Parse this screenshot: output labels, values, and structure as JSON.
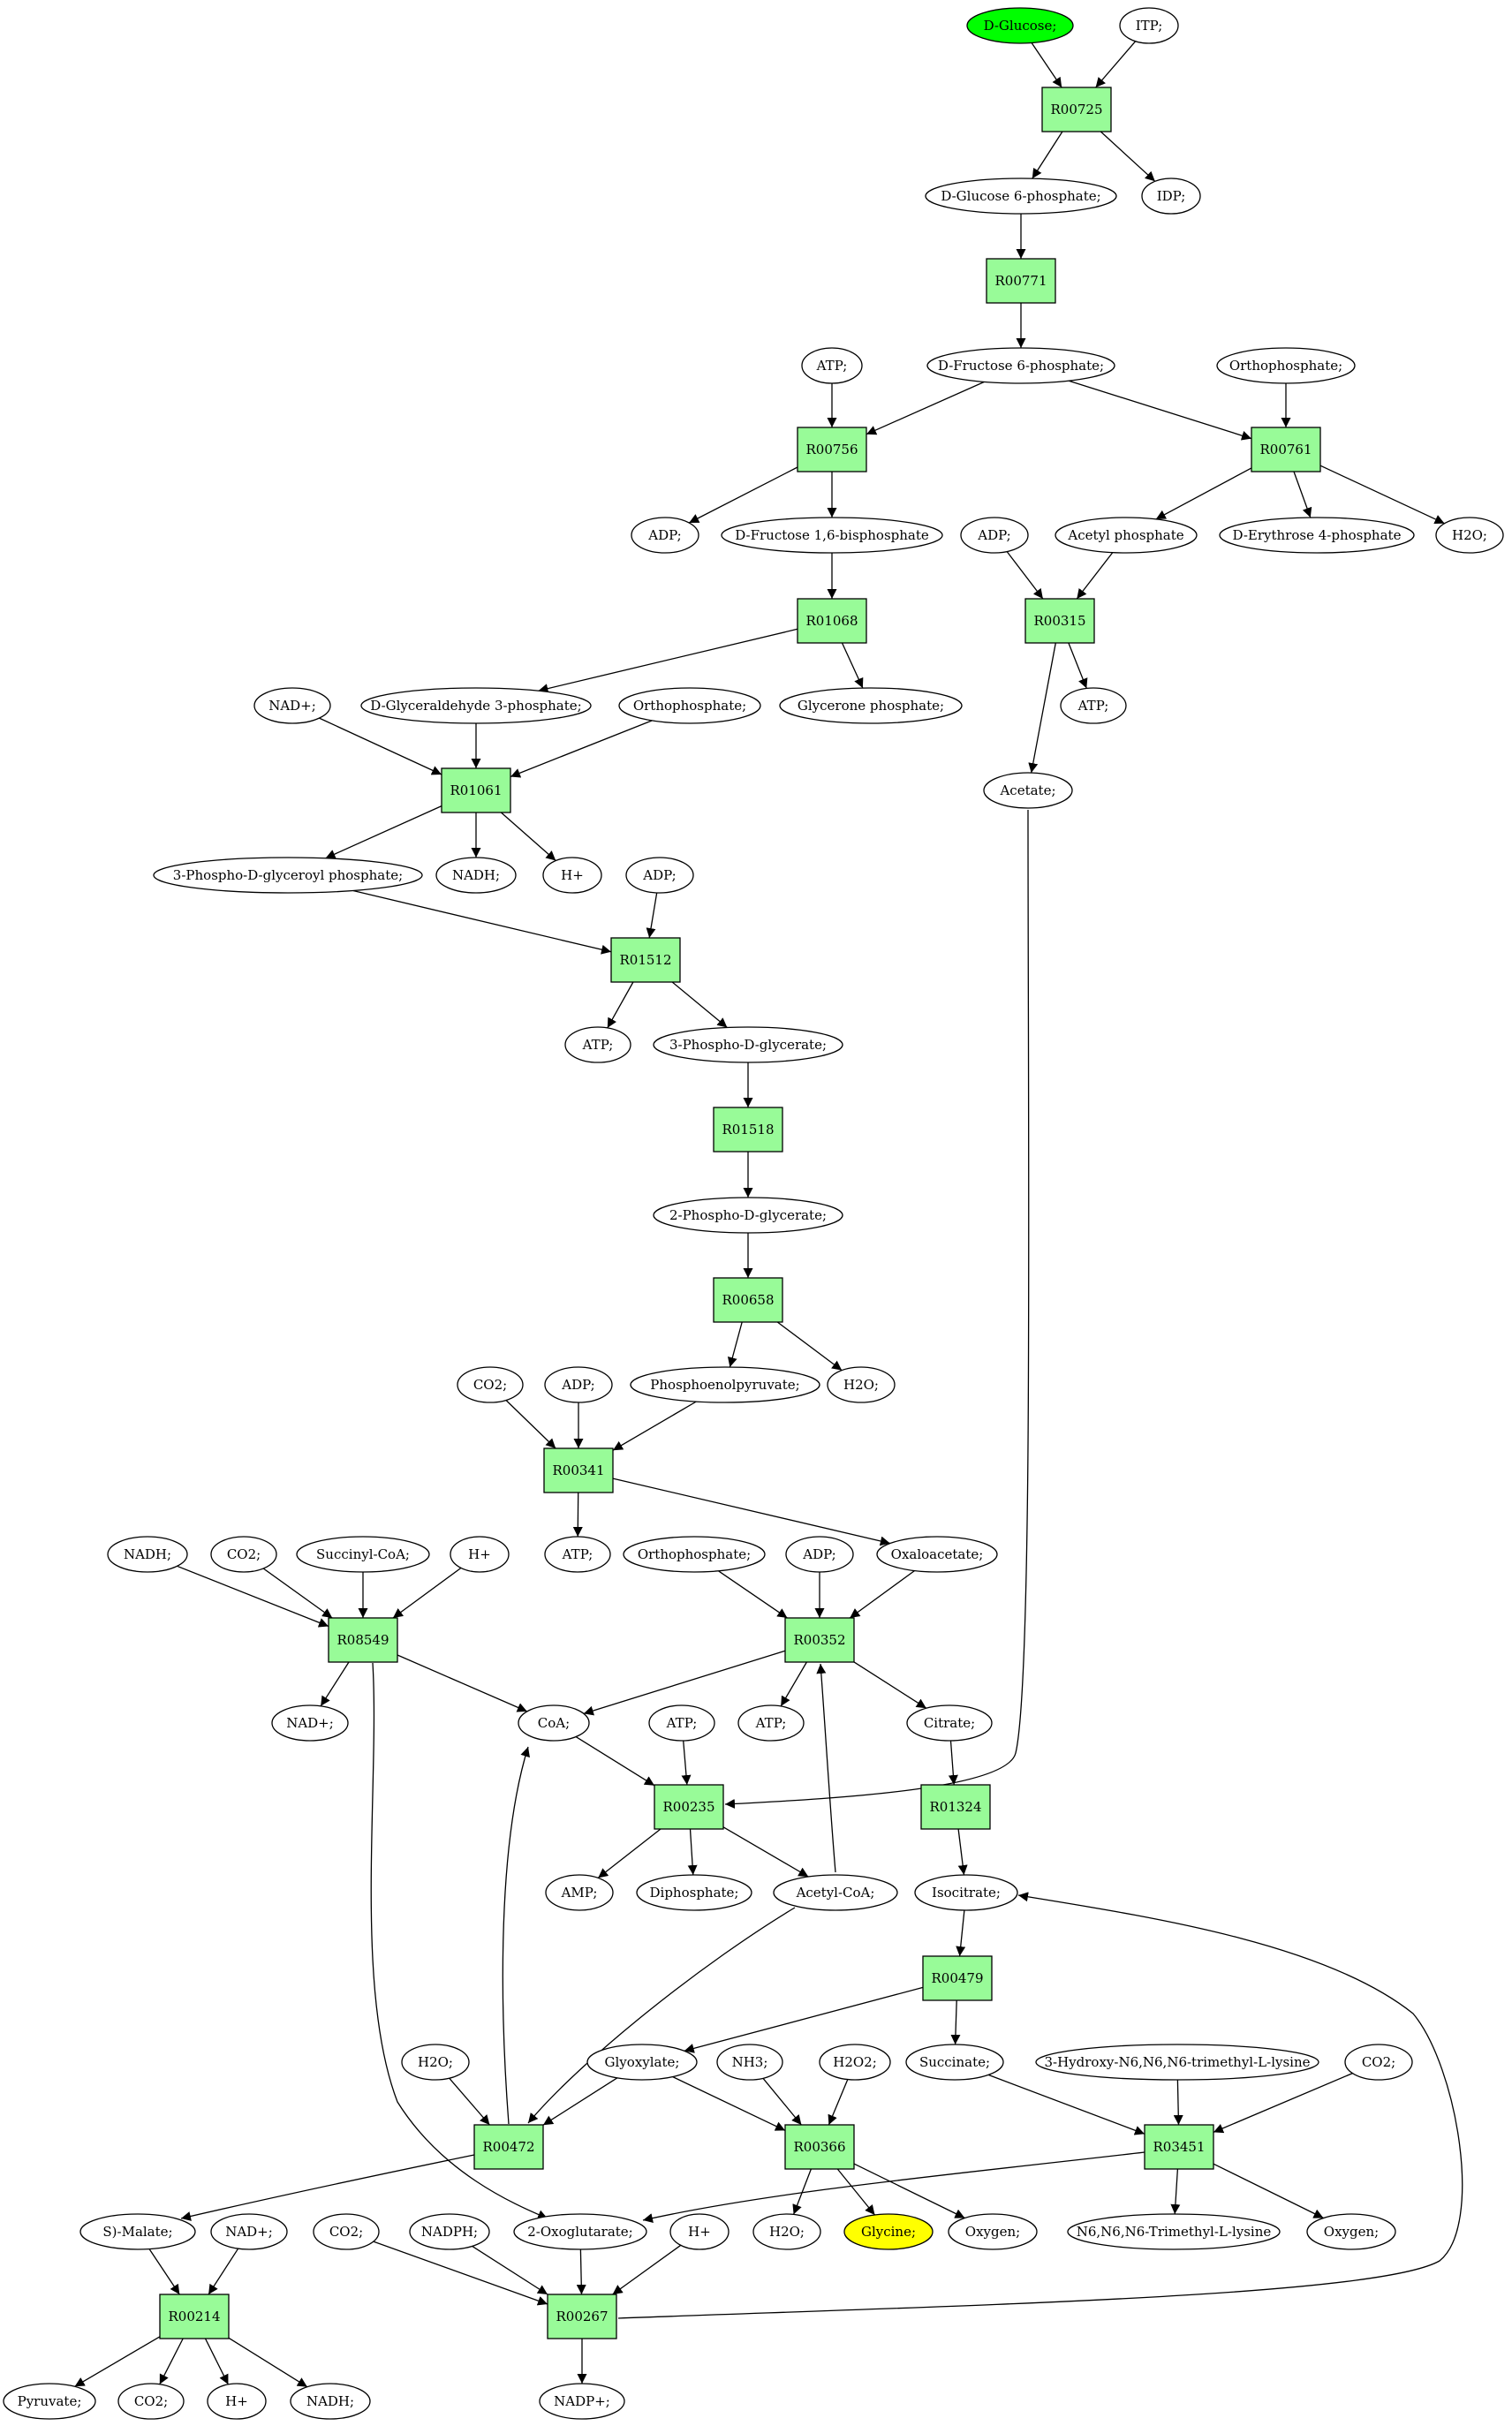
{
  "colors": {
    "reaction_fill": "#98fb98",
    "compound_fill": "#ffffff",
    "start_fill": "#00ff00",
    "target_fill": "#ffff00",
    "outline": "#000000"
  },
  "compounds": [
    {
      "id": "dglucose",
      "label": "D-Glucose;",
      "role": "start"
    },
    {
      "id": "itp",
      "label": "ITP;"
    },
    {
      "id": "g6p",
      "label": "D-Glucose 6-phosphate;"
    },
    {
      "id": "idp",
      "label": "IDP;"
    },
    {
      "id": "f6p",
      "label": "D-Fructose 6-phosphate;"
    },
    {
      "id": "atp_a",
      "label": "ATP;"
    },
    {
      "id": "orthophos_a",
      "label": "Orthophosphate;"
    },
    {
      "id": "adp_a",
      "label": "ADP;"
    },
    {
      "id": "fbp",
      "label": "D-Fructose 1,6-bisphosphate"
    },
    {
      "id": "adp_b",
      "label": "ADP;"
    },
    {
      "id": "acetylp",
      "label": "Acetyl phosphate"
    },
    {
      "id": "e4p",
      "label": "D-Erythrose 4-phosphate"
    },
    {
      "id": "h2o_a",
      "label": "H2O;"
    },
    {
      "id": "nad_a",
      "label": "NAD+;"
    },
    {
      "id": "gap",
      "label": "D-Glyceraldehyde 3-phosphate;"
    },
    {
      "id": "orthophos_b",
      "label": "Orthophosphate;"
    },
    {
      "id": "dhap",
      "label": "Glycerone phosphate;"
    },
    {
      "id": "atp_b",
      "label": "ATP;"
    },
    {
      "id": "acetate",
      "label": "Acetate;"
    },
    {
      "id": "bpg",
      "label": "3-Phospho-D-glyceroyl phosphate;"
    },
    {
      "id": "nadh_a",
      "label": "NADH;"
    },
    {
      "id": "hplus_a",
      "label": "H+"
    },
    {
      "id": "adp_c",
      "label": "ADP;"
    },
    {
      "id": "atp_c",
      "label": "ATP;"
    },
    {
      "id": "pg3",
      "label": "3-Phospho-D-glycerate;"
    },
    {
      "id": "pg2",
      "label": "2-Phospho-D-glycerate;"
    },
    {
      "id": "co2_a",
      "label": "CO2;"
    },
    {
      "id": "adp_d",
      "label": "ADP;"
    },
    {
      "id": "pep",
      "label": "Phosphoenolpyruvate;"
    },
    {
      "id": "h2o_b",
      "label": "H2O;"
    },
    {
      "id": "atp_d",
      "label": "ATP;"
    },
    {
      "id": "oaa",
      "label": "Oxaloacetate;"
    },
    {
      "id": "nadh_b",
      "label": "NADH;"
    },
    {
      "id": "co2_b",
      "label": "CO2;"
    },
    {
      "id": "succoa",
      "label": "Succinyl-CoA;"
    },
    {
      "id": "hplus_b",
      "label": "H+"
    },
    {
      "id": "orthophos_c",
      "label": "Orthophosphate;"
    },
    {
      "id": "adp_e",
      "label": "ADP;"
    },
    {
      "id": "nad_b",
      "label": "NAD+;"
    },
    {
      "id": "coa",
      "label": "CoA;"
    },
    {
      "id": "atp_e",
      "label": "ATP;"
    },
    {
      "id": "atp_f",
      "label": "ATP;"
    },
    {
      "id": "citrate",
      "label": "Citrate;"
    },
    {
      "id": "amp",
      "label": "AMP;"
    },
    {
      "id": "diphos",
      "label": "Diphosphate;"
    },
    {
      "id": "acetylcoa",
      "label": "Acetyl-CoA;"
    },
    {
      "id": "isocitrate",
      "label": "Isocitrate;"
    },
    {
      "id": "h2o_c",
      "label": "H2O;"
    },
    {
      "id": "glyoxylate",
      "label": "Glyoxylate;"
    },
    {
      "id": "nh3",
      "label": "NH3;"
    },
    {
      "id": "h2o2",
      "label": "H2O2;"
    },
    {
      "id": "succinate",
      "label": "Succinate;"
    },
    {
      "id": "html",
      "label": "3-Hydroxy-N6,N6,N6-trimethyl-L-lysine"
    },
    {
      "id": "co2_c",
      "label": "CO2;"
    },
    {
      "id": "malate",
      "label": "S)-Malate;"
    },
    {
      "id": "nad_c",
      "label": "NAD+;"
    },
    {
      "id": "co2_d",
      "label": "CO2;"
    },
    {
      "id": "nadph",
      "label": "NADPH;"
    },
    {
      "id": "oxoglut",
      "label": "2-Oxoglutarate;"
    },
    {
      "id": "hplus_c",
      "label": "H+"
    },
    {
      "id": "h2o_d",
      "label": "H2O;"
    },
    {
      "id": "glycine",
      "label": "Glycine;",
      "role": "target"
    },
    {
      "id": "oxygen_a",
      "label": "Oxygen;"
    },
    {
      "id": "tml",
      "label": "N6,N6,N6-Trimethyl-L-lysine"
    },
    {
      "id": "oxygen_b",
      "label": "Oxygen;"
    },
    {
      "id": "pyruvate",
      "label": "Pyruvate;"
    },
    {
      "id": "co2_e",
      "label": "CO2;"
    },
    {
      "id": "hplus_d",
      "label": "H+"
    },
    {
      "id": "nadh_c",
      "label": "NADH;"
    },
    {
      "id": "nadp",
      "label": "NADP+;"
    }
  ],
  "reactions": [
    {
      "id": "R00725",
      "label": "R00725"
    },
    {
      "id": "R00771",
      "label": "R00771"
    },
    {
      "id": "R00756",
      "label": "R00756"
    },
    {
      "id": "R00761",
      "label": "R00761"
    },
    {
      "id": "R01068",
      "label": "R01068"
    },
    {
      "id": "R00315",
      "label": "R00315"
    },
    {
      "id": "R01061",
      "label": "R01061"
    },
    {
      "id": "R01512",
      "label": "R01512"
    },
    {
      "id": "R01518",
      "label": "R01518"
    },
    {
      "id": "R00658",
      "label": "R00658"
    },
    {
      "id": "R00341",
      "label": "R00341"
    },
    {
      "id": "R08549",
      "label": "R08549"
    },
    {
      "id": "R00352",
      "label": "R00352"
    },
    {
      "id": "R00235",
      "label": "R00235"
    },
    {
      "id": "R01324",
      "label": "R01324"
    },
    {
      "id": "R00479",
      "label": "R00479"
    },
    {
      "id": "R00472",
      "label": "R00472"
    },
    {
      "id": "R00366",
      "label": "R00366"
    },
    {
      "id": "R03451",
      "label": "R03451"
    },
    {
      "id": "R00214",
      "label": "R00214"
    },
    {
      "id": "R00267",
      "label": "R00267"
    }
  ],
  "edges": [
    [
      "dglucose",
      "R00725"
    ],
    [
      "itp",
      "R00725"
    ],
    [
      "R00725",
      "g6p"
    ],
    [
      "R00725",
      "idp"
    ],
    [
      "g6p",
      "R00771"
    ],
    [
      "R00771",
      "f6p"
    ],
    [
      "atp_a",
      "R00756"
    ],
    [
      "f6p",
      "R00756"
    ],
    [
      "R00756",
      "adp_a"
    ],
    [
      "R00756",
      "fbp"
    ],
    [
      "f6p",
      "R00761"
    ],
    [
      "orthophos_a",
      "R00761"
    ],
    [
      "R00761",
      "acetylp"
    ],
    [
      "R00761",
      "e4p"
    ],
    [
      "R00761",
      "h2o_a"
    ],
    [
      "fbp",
      "R01068"
    ],
    [
      "R01068",
      "gap"
    ],
    [
      "R01068",
      "dhap"
    ],
    [
      "adp_b",
      "R00315"
    ],
    [
      "acetylp",
      "R00315"
    ],
    [
      "R00315",
      "atp_b"
    ],
    [
      "R00315",
      "acetate"
    ],
    [
      "nad_a",
      "R01061"
    ],
    [
      "gap",
      "R01061"
    ],
    [
      "orthophos_b",
      "R01061"
    ],
    [
      "R01061",
      "bpg"
    ],
    [
      "R01061",
      "nadh_a"
    ],
    [
      "R01061",
      "hplus_a"
    ],
    [
      "bpg",
      "R01512"
    ],
    [
      "adp_c",
      "R01512"
    ],
    [
      "R01512",
      "atp_c"
    ],
    [
      "R01512",
      "pg3"
    ],
    [
      "pg3",
      "R01518"
    ],
    [
      "R01518",
      "pg2"
    ],
    [
      "pg2",
      "R00658"
    ],
    [
      "R00658",
      "pep"
    ],
    [
      "R00658",
      "h2o_b"
    ],
    [
      "co2_a",
      "R00341"
    ],
    [
      "adp_d",
      "R00341"
    ],
    [
      "pep",
      "R00341"
    ],
    [
      "R00341",
      "atp_d"
    ],
    [
      "R00341",
      "oaa"
    ],
    [
      "nadh_b",
      "R08549"
    ],
    [
      "co2_b",
      "R08549"
    ],
    [
      "succoa",
      "R08549"
    ],
    [
      "hplus_b",
      "R08549"
    ],
    [
      "R08549",
      "nad_b"
    ],
    [
      "R08549",
      "coa"
    ],
    [
      "R08549",
      "oxoglut"
    ],
    [
      "orthophos_c",
      "R00352"
    ],
    [
      "adp_e",
      "R00352"
    ],
    [
      "oaa",
      "R00352"
    ],
    [
      "acetylcoa",
      "R00352"
    ],
    [
      "R00352",
      "coa"
    ],
    [
      "R00352",
      "atp_f"
    ],
    [
      "R00352",
      "citrate"
    ],
    [
      "coa",
      "R00235"
    ],
    [
      "atp_e",
      "R00235"
    ],
    [
      "acetate",
      "R00235"
    ],
    [
      "R00235",
      "amp"
    ],
    [
      "R00235",
      "diphos"
    ],
    [
      "R00235",
      "acetylcoa"
    ],
    [
      "citrate",
      "R01324"
    ],
    [
      "R01324",
      "isocitrate"
    ],
    [
      "isocitrate",
      "R00479"
    ],
    [
      "R00479",
      "glyoxylate"
    ],
    [
      "R00479",
      "succinate"
    ],
    [
      "h2o_c",
      "R00472"
    ],
    [
      "glyoxylate",
      "R00472"
    ],
    [
      "acetylcoa",
      "R00472"
    ],
    [
      "R00472",
      "coa"
    ],
    [
      "R00472",
      "malate"
    ],
    [
      "glyoxylate",
      "R00366"
    ],
    [
      "nh3",
      "R00366"
    ],
    [
      "h2o2",
      "R00366"
    ],
    [
      "R00366",
      "h2o_d"
    ],
    [
      "R00366",
      "glycine"
    ],
    [
      "R00366",
      "oxygen_a"
    ],
    [
      "succinate",
      "R03451"
    ],
    [
      "html",
      "R03451"
    ],
    [
      "co2_c",
      "R03451"
    ],
    [
      "R03451",
      "oxoglut"
    ],
    [
      "R03451",
      "tml"
    ],
    [
      "R03451",
      "oxygen_b"
    ],
    [
      "malate",
      "R00214"
    ],
    [
      "nad_c",
      "R00214"
    ],
    [
      "R00214",
      "pyruvate"
    ],
    [
      "R00214",
      "co2_e"
    ],
    [
      "R00214",
      "hplus_d"
    ],
    [
      "R00214",
      "nadh_c"
    ],
    [
      "co2_d",
      "R00267"
    ],
    [
      "nadph",
      "R00267"
    ],
    [
      "oxoglut",
      "R00267"
    ],
    [
      "hplus_c",
      "R00267"
    ],
    [
      "R00267",
      "nadp"
    ],
    [
      "R00267",
      "isocitrate"
    ]
  ]
}
